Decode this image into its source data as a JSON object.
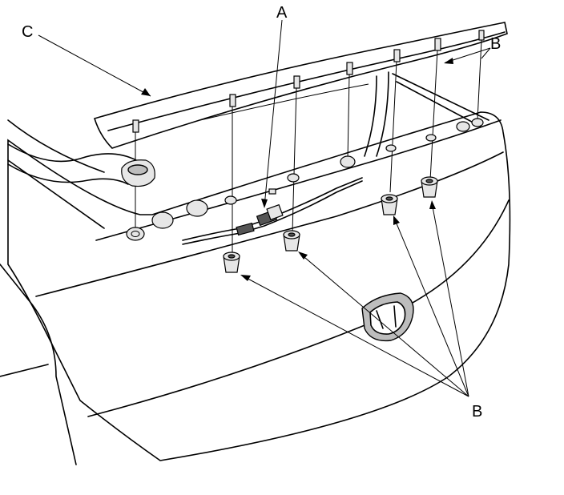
{
  "labels": {
    "a": "A",
    "b_top": "B",
    "b_bottom": "B",
    "c": "C"
  }
}
